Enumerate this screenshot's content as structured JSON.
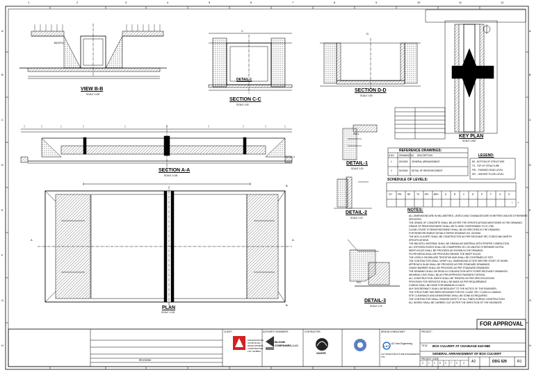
{
  "views": {
    "view_bb": {
      "title": "VIEW B-B",
      "scale": "SCALE 1:100"
    },
    "section_cc": {
      "title": "SECTION C-C",
      "scale": "SCALE 1:50"
    },
    "section_dd": {
      "title": "SECTION D-D",
      "scale": "SCALE 1:50"
    },
    "section_aa": {
      "title": "SECTION A-A",
      "scale": "SCALE 1:100"
    },
    "plan": {
      "title": "PLAN",
      "scale": "SCALE 1:100"
    },
    "detail1_small": {
      "title": "DETAIL-1"
    },
    "detail1": {
      "title": "DETAIL-1",
      "scale": "SCALE 1:20"
    },
    "detail2": {
      "title": "DETAIL-2",
      "scale": "SCALE 1:20"
    },
    "detail3": {
      "title": "DETAIL-3",
      "scale": "SCALE 1:20"
    },
    "key_plan": {
      "title": "KEY PLAN",
      "scale": "SCALE 1:500"
    }
  },
  "labels": {
    "backfill": "BACKFILL",
    "detail3_tag": "DETAIL-3",
    "wall": "WALL",
    "pcc": "PCC",
    "letter_a": "A",
    "letter_b": "B",
    "letter_c": "C",
    "letter_d": "D"
  },
  "grid": {
    "columns": [
      "1",
      "2",
      "3",
      "4",
      "5",
      "6",
      "7",
      "8",
      "9",
      "10",
      "11",
      "12"
    ],
    "rows": [
      "A",
      "B",
      "C",
      "D",
      "E",
      "F",
      "G",
      "H"
    ]
  },
  "reference_drawings": {
    "title": "REFERENCE DRAWINGS:",
    "headers": [
      "S.NO",
      "DRAWING NO.",
      "DESCRIPTION"
    ],
    "rows": [
      [
        "1",
        "DDG529",
        "GENERAL ARRANGEMENT"
      ],
      [
        "2",
        "DDG530",
        "DETAIL OF REINFORCEMENT"
      ]
    ]
  },
  "legend": {
    "title": "LEGEND:",
    "items": [
      "BS - BOTTOM OF STRUCTURE",
      "TS - TOP OF STRUCTURE",
      "FRL - FINISHED ROAD LEVEL",
      "HFL - HIGHEST FLOOD LEVEL"
    ]
  },
  "schedule_of_levels": {
    "title": "SCHEDULE OF LEVELS:",
    "headers": [
      "CH",
      "FRL",
      "BS",
      "TS",
      "HFL",
      "BED",
      "A",
      "B",
      "C",
      "D",
      "E",
      "F",
      "G",
      "H",
      "I",
      "J"
    ]
  },
  "notes": {
    "title": "NOTES:",
    "items": [
      "ALL DIMENSIONS ARE IN MILLIMETRES, LEVELS AND CHAINAGES ARE IN METRES UNLESS OTHERWISE",
      "SPECIFIED.",
      "THE GRADE OF CONCRETE SHALL BE AS PER THE SPECIFICATIONS MENTIONED IN THE DRAWING.",
      "GRADE OF REINFORCEMENT SHALL BE Fe 500D CONFORMING TO IS 1786.",
      "CLEAR COVER TO REINFORCEMENT SHALL BE AS SPECIFIED IN THE DRAWING.",
      "FOR REINFORCEMENT DETAILS REFER DRAWING NO. DDG530.",
      "THE BOX CULVERT SHALL BE CONSTRUCTED AS PER RELEVANT IRC CODES AND MORTH",
      "SPECIFICATIONS.",
      "THE BACKFILL MATERIAL SHALL BE GRANULAR MATERIAL WITH PROPER COMPACTION.",
      "ALL EXPOSED EDGES SHALL BE CHAMFERED 25 x 25 UNLESS OTHERWISE NOTED.",
      "WEEP HOLES SHALL BE PROVIDED AS SHOWN IN THE DRAWING.",
      "FILTER MEDIA SHALL BE PROVIDED BEHIND THE WEEP HOLES.",
      "THE LEVELS SHOWN ARE TENTATIVE AND SHALL BE CONFIRMED AT SITE.",
      "THE CONTRACTOR SHALL VERIFY ALL DIMENSIONS AT SITE BEFORE START OF WORK.",
      "APPROACH SLAB SHALL BE PROVIDED AS PER STANDARD DRAWINGS.",
      "CRASH BARRIER SHALL BE PROVIDED AS PER STANDARD DRAWINGS.",
      "THE DRAWING SHALL BE READ IN CONJUNCTION WITH OTHER RELEVANT DRAWINGS.",
      "WEARING COAT SHALL BE AS PER APPROVED PAVEMENT DESIGN.",
      "ALL CONSTRUCTION JOINTS SHALL BE TREATED AS PER SPECIFICATIONS.",
      "PROVISION FOR SERVICES SHALL BE MADE AS PER REQUIREMENT.",
      "CURING SHALL BE DONE FOR MINIMUM 14 DAYS.",
      "ANY DISCREPANCY SHALL BE BROUGHT TO THE NOTICE OF THE ENGINEER.",
      "THE STRUCTURE HAS BEEN DESIGNED FOR IRC CLASS 70R / CLASS A LOADING.",
      "SITE CLEARANCE AND DEWATERING SHALL BE DONE AS REQUIRED.",
      "THE CONTRACTOR SHALL ENSURE SAFETY AT ALL TIMES DURING CONSTRUCTION.",
      "ALL WORKS SHALL BE CARRIED OUT AS PER THE DIRECTION OF THE ENGINEER."
    ]
  },
  "title_block": {
    "approval": "FOR APPROVAL",
    "client_label": "CLIENT :",
    "authority_label": "AUTHORITY ENGINEER :",
    "contractor_label": "CONTRACTOR :",
    "dc_label": "DESIGN CONSULTANT :",
    "project_label": "PROJECT :",
    "client_name": "MAHARASHTRA STATE ROAD DEVELOPMENT CORPORATION LTD. MUMBAI",
    "ae_name": "BLOOM COMPANIES, LLC",
    "contractor_name": "GAYATRI",
    "dc_name": "L&T INFRASTRUCTURE ENGINEERING LTD.",
    "dc_name2": "L&T Infra Engineering",
    "title_label": "TITLE",
    "title_line1": "BOX CULVERT AT CHAINAGE 516+888",
    "title_line2": "GENERAL ARRANGEMENT OF BOX CULVERT",
    "drawing_no": "DDG 529",
    "rev": "R1",
    "size": "A2",
    "revisions_label": "REVISIONS",
    "sheet_row": "PROJECT CODE",
    "code_digits": [
      "C",
      "1",
      "1",
      "6",
      "2",
      "7",
      "3",
      "4"
    ]
  },
  "colors": {
    "line": "#000000",
    "grid_bg": "#ffffff"
  }
}
